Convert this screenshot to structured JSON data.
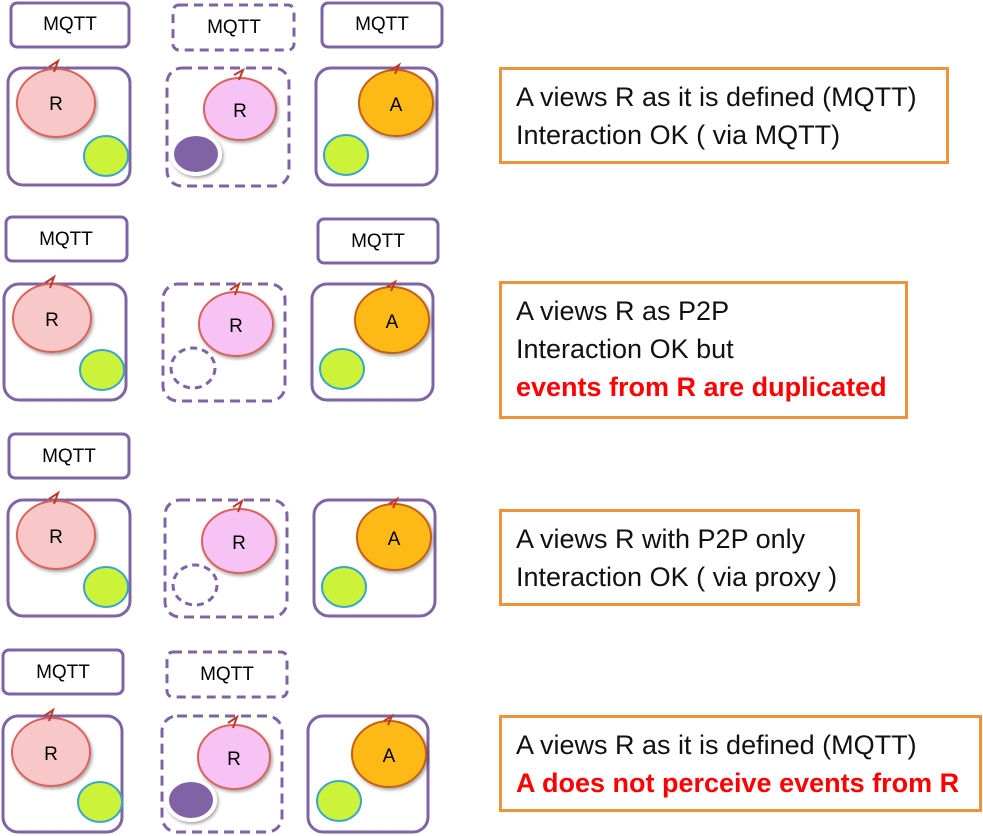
{
  "colors": {
    "frame": "#7f64a4",
    "device_r_fill": "#f8c8c8",
    "device_r_stroke": "#d9625b",
    "device_proxy_fill": "#f6c3f4",
    "device_a_fill": "#fdb913",
    "device_a_stroke": "#c66119",
    "green_dot": "#ccf33a",
    "green_dot_stroke": "#3aa6cf",
    "purple_dot": "#7f64a4",
    "callout_border": "#f0913b",
    "alert_text": "#ff0000"
  },
  "labels": {
    "mqtt": "MQTT",
    "r": "R",
    "a": "A"
  },
  "scenarios": [
    {
      "lines": [
        {
          "text": "A views R as it is defined  (MQTT)",
          "alert": false
        },
        {
          "text": "Interaction OK ( via MQTT)",
          "alert": false
        }
      ]
    },
    {
      "lines": [
        {
          "text": "A views R as P2P",
          "alert": false
        },
        {
          "text": "Interaction OK but",
          "alert": false
        },
        {
          "text": "events from R are duplicated",
          "alert": true
        }
      ]
    },
    {
      "lines": [
        {
          "text": "A views R with P2P only",
          "alert": false
        },
        {
          "text": "Interaction OK ( via proxy )",
          "alert": false
        }
      ]
    },
    {
      "lines": [
        {
          "text": "A views R as it is defined  (MQTT)",
          "alert": false
        },
        {
          "text": "A does not perceive events from R",
          "alert": true
        }
      ]
    }
  ]
}
